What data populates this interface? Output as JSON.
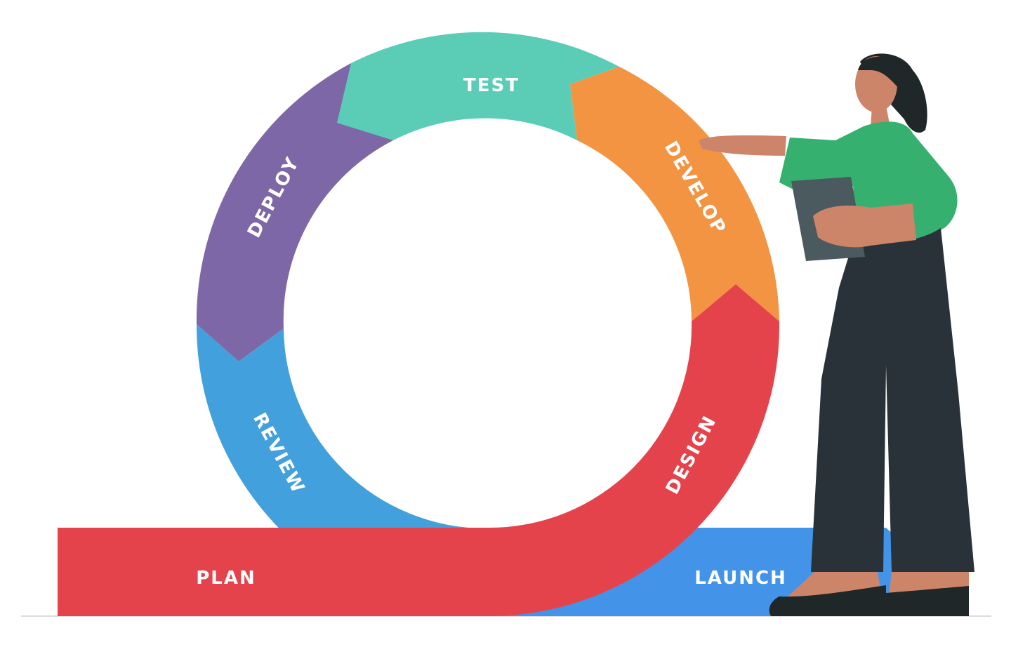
{
  "stages": {
    "plan": {
      "label": "PLAN",
      "color": "#e5434b"
    },
    "design": {
      "label": "DESIGN",
      "color": "#e5434b"
    },
    "develop": {
      "label": "DEVELOP",
      "color": "#f39442"
    },
    "test": {
      "label": "TEST",
      "color": "#5bcdb7"
    },
    "deploy": {
      "label": "DEPLOY",
      "color": "#7e67a6"
    },
    "review": {
      "label": "REVIEW",
      "color": "#42a1dc"
    },
    "launch": {
      "label": "LAUNCH",
      "color": "#4394e8"
    }
  },
  "illustration": {
    "figure": "woman-presenting-icon",
    "device": "tablet-icon",
    "colors": {
      "skin": "#cd8569",
      "shirt": "#36b06e",
      "pants": "#283238",
      "hair": "#1f2729",
      "tablet": "#4a5a5e"
    }
  },
  "ground_color": "#dcdcdc"
}
